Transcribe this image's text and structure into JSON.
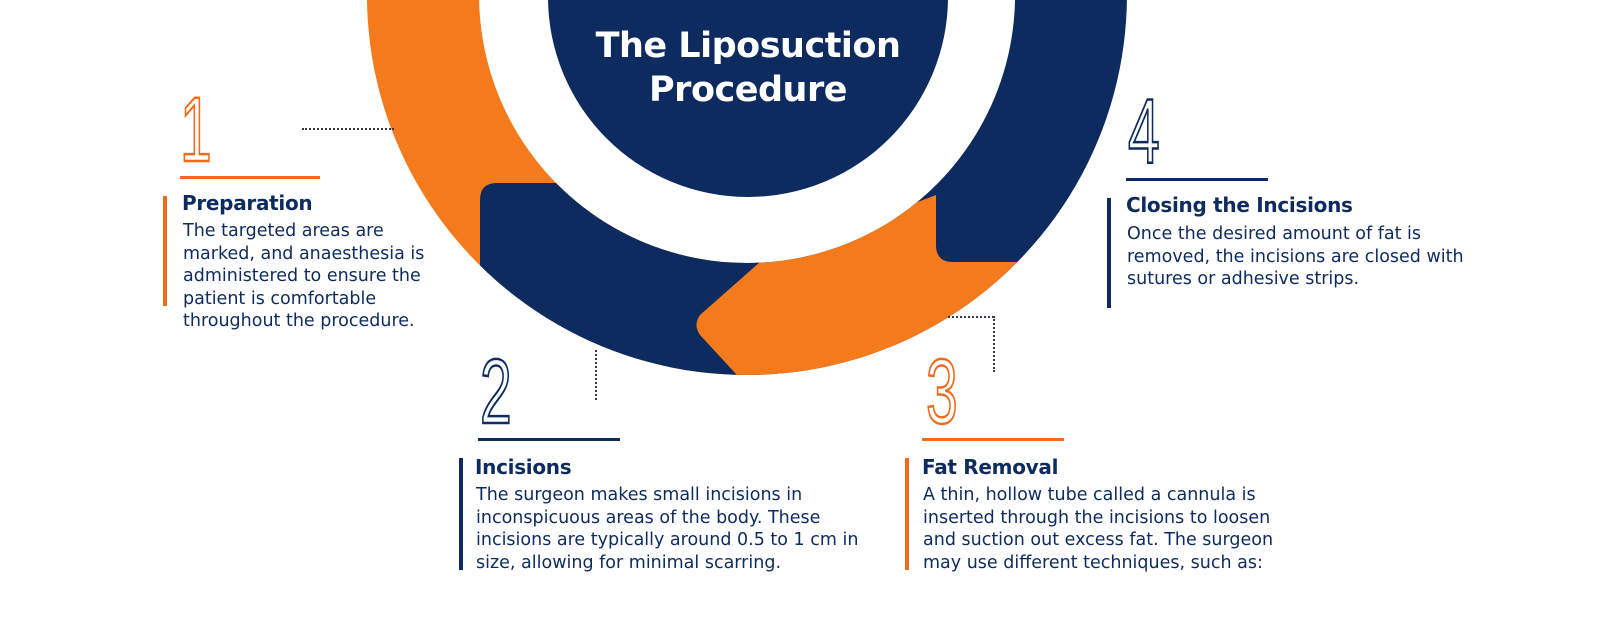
{
  "title": {
    "line1": "The Liposuction",
    "line2": "Procedure"
  },
  "colors": {
    "navy": "#0d2b5e",
    "orange": "#f47a1c",
    "white": "#ffffff"
  },
  "steps": [
    {
      "number": "1",
      "heading": "Preparation",
      "description": "The targeted areas are marked, and anaesthesia is administered to ensure the patient is comfortable throughout the procedure.",
      "accent": "orange"
    },
    {
      "number": "2",
      "heading": "Incisions",
      "description": "The surgeon makes small incisions in inconspicuous areas of the body. These incisions are typically around 0.5 to 1 cm in size, allowing for minimal scarring.",
      "accent": "navy"
    },
    {
      "number": "3",
      "heading": "Fat Removal",
      "description": "A thin, hollow tube called a cannula is inserted through the incisions to loosen and suction out excess fat. The surgeon may use different techniques, such as:",
      "accent": "orange"
    },
    {
      "number": "4",
      "heading": "Closing the Incisions",
      "description": "Once the desired amount of fat is removed, the incisions are closed with sutures or adhesive strips.",
      "accent": "navy"
    }
  ]
}
